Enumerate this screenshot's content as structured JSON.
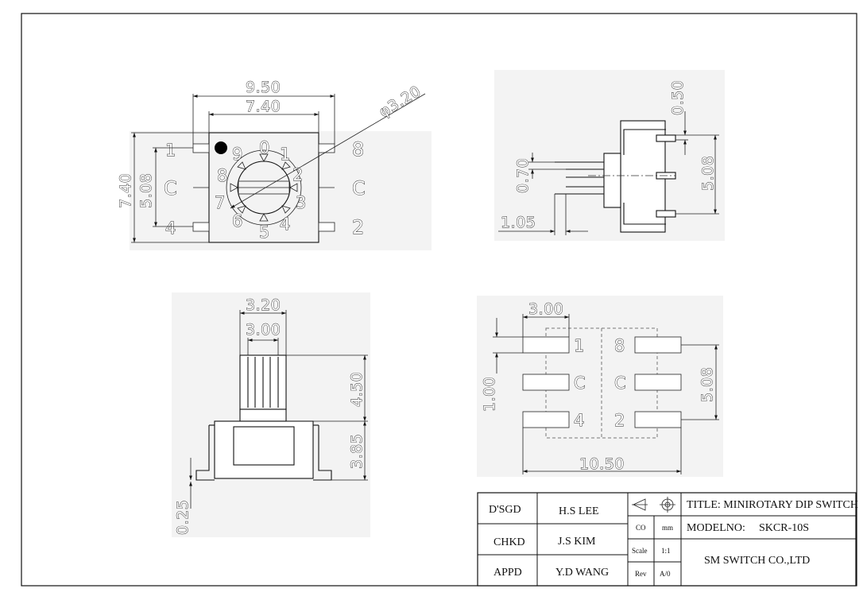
{
  "top_view": {
    "dim_width_outer": "9.50",
    "dim_width_inner": "7.40",
    "dim_knob_diameter": "φ3.20",
    "dim_height": "7.40",
    "dim_pin_pitch": "5.08",
    "left_pins": [
      "1",
      "C",
      "4"
    ],
    "right_pins": [
      "8",
      "C",
      "2"
    ],
    "dial_digits": [
      "0",
      "1",
      "2",
      "3",
      "4",
      "5",
      "6",
      "7",
      "8",
      "9"
    ]
  },
  "side_view": {
    "dim_top_offset": "0.50",
    "dim_pin_thickness": "0.70",
    "dim_pin_pitch": "5.08",
    "dim_pin_length": "1.05"
  },
  "front_view": {
    "dim_shaft_outer": "3.20",
    "dim_shaft_inner": "3.00",
    "dim_shaft_height": "4.50",
    "dim_body_height": "3.85",
    "dim_standoff": "0.25"
  },
  "pcb_layout": {
    "dim_pad_length": "3.00",
    "dim_pad_width": "1.00",
    "dim_row_pitch": "5.08",
    "dim_total_width": "10.50",
    "left_pins": [
      "1",
      "C",
      "4"
    ],
    "right_pins": [
      "8",
      "C",
      "2"
    ]
  },
  "title_block": {
    "designed_label": "D'SGD",
    "designed_by": "H.S LEE",
    "checked_label": "CHKD",
    "checked_by": "J.S KIM",
    "approved_label": "APPD",
    "approved_by": "Y.D WANG",
    "unit_label": "CO",
    "unit_value": "mm",
    "scale_label": "Scale",
    "scale_value": "1:1",
    "rev_label": "Rev",
    "rev_value": "A/0",
    "title": "TITLE: MINIROTARY DIP SWITCH",
    "model_label": "MODELNO:",
    "model_value": "SKCR-10S",
    "company": "SM SWITCH CO.,LTD"
  }
}
